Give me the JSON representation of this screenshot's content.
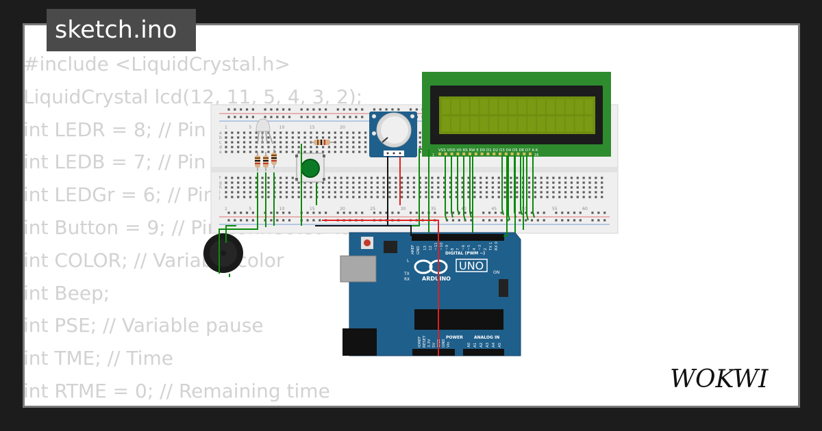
{
  "file_tab": {
    "label": "sketch.ino"
  },
  "code_lines": [
    "#include <LiquidCrystal.h>",
    "LiquidCrystal lcd(12, 11, 5, 4, 3, 2);",
    "int LEDR = 8; // Pin connected to red",
    "int LEDB = 7; // Pin connected to blue",
    "int LEDGr = 6; // Pin connected to green",
    "int Button = 9; // Pin connected to button",
    "int COLOR; // Variable color",
    "int Beep;",
    "int PSE; // Variable pause",
    "int TME; // Time",
    "int RTME = 0; // Remaining time"
  ],
  "brand": {
    "name": "WOKWI"
  },
  "breadboard": {
    "col_numbers": [
      "1",
      "5",
      "10",
      "15",
      "20",
      "25",
      "30",
      "35",
      "40",
      "45",
      "50",
      "55",
      "60"
    ],
    "row_letters_top": [
      "a",
      "b",
      "c",
      "d",
      "e"
    ],
    "row_letters_bottom": [
      "f",
      "g",
      "h",
      "i",
      "j"
    ]
  },
  "lcd": {
    "pin_labels": "VSS VDD V0 RS RW E D0 D1 D2 D3 D4 D5 D6 D7 A K",
    "pin_start": "1",
    "pin_end": "16"
  },
  "arduino": {
    "model": "UNO",
    "brand": "ARDUINO",
    "digital_header": "DIGITAL (PWM ~)",
    "power_header": "POWER",
    "analog_header": "ANALOG IN",
    "aref": "AREF",
    "gnd": "GND",
    "on_label": "ON",
    "tx": "TX",
    "rx": "RX",
    "l": "L",
    "digital_pins": [
      "13",
      "12",
      "~11",
      "~10",
      "~9",
      "8",
      "7",
      "~6",
      "~5",
      "4",
      "~3",
      "2",
      "TX 1",
      "RX 0"
    ],
    "power_pins": [
      "IOREF",
      "RESET",
      "3.3V",
      "5V",
      "GND",
      "GND",
      "Vin"
    ],
    "analog_pins": [
      "A0",
      "A1",
      "A2",
      "A3",
      "A4",
      "A5"
    ]
  },
  "colors": {
    "board_blue": "#1f5f8b",
    "wire_green": "#0a8a0a",
    "wire_red": "#e02020",
    "wire_black": "#111111",
    "lcd_green": "#2e8b2e",
    "lcd_screen": "#6f8f10",
    "breadboard": "#efefef",
    "code_text": "#d2d2d2",
    "title_bg": "#4a4a4a"
  },
  "icons": [
    "led-rgb-icon",
    "pushbutton-icon",
    "potentiometer-icon",
    "buzzer-icon",
    "resistor-icon"
  ]
}
